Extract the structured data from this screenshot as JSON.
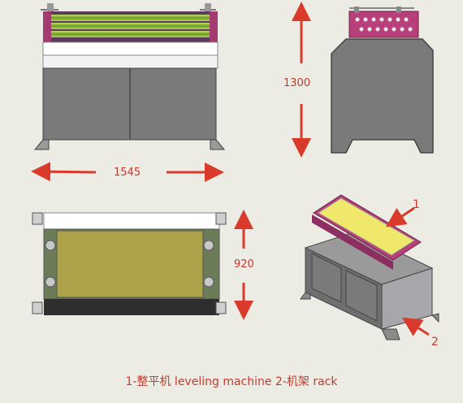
{
  "dimensions": {
    "width_label": "1545",
    "height_label": "1300",
    "depth_label": "920"
  },
  "callouts": {
    "leveler_number": "1",
    "rack_number": "2"
  },
  "caption": "1-整平机 leveling machine    2-机架 rack",
  "colors": {
    "background": "#ecece4",
    "body_gray": "#777777",
    "roller_green": "#88b83a",
    "leveler_magenta": "#b8407a",
    "plate_yellow": "#f0e86a",
    "plate_olive": "#aaa24a",
    "dimension_red": "#d93a2b"
  }
}
